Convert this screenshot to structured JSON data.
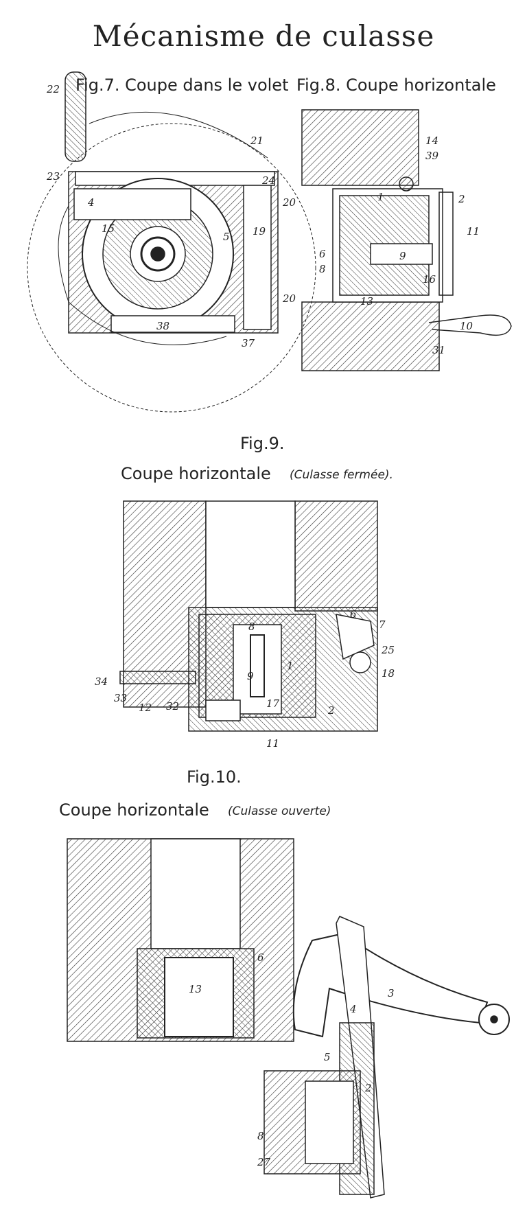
{
  "title": "Mécanisme de culasse",
  "fig7": {
    "caption": "Fig.7. Coupe dans le volet"
  },
  "fig8": {
    "caption": "Fig.8. Coupe horizontale"
  },
  "fig9": {
    "number": "Fig.9.",
    "caption": "Coupe horizontale",
    "note": "(Culasse fermée)."
  },
  "fig10": {
    "number": "Fig.10.",
    "caption": "Coupe horizontale",
    "note": "(Culasse ouverte)"
  },
  "labels": {
    "f7": [
      "22",
      "23",
      "4",
      "15",
      "21",
      "24",
      "20",
      "19",
      "20",
      "38",
      "37",
      "5"
    ],
    "f8": [
      "14",
      "39",
      "2",
      "1",
      "11",
      "6",
      "8",
      "9",
      "16",
      "13",
      "10",
      "31"
    ],
    "f9": [
      "8",
      "6",
      "7",
      "25",
      "18",
      "1",
      "9",
      "34",
      "33",
      "12",
      "32",
      "17",
      "2",
      "11"
    ],
    "f10": [
      "6",
      "3",
      "13",
      "4",
      "5",
      "2",
      "8",
      "27"
    ]
  }
}
